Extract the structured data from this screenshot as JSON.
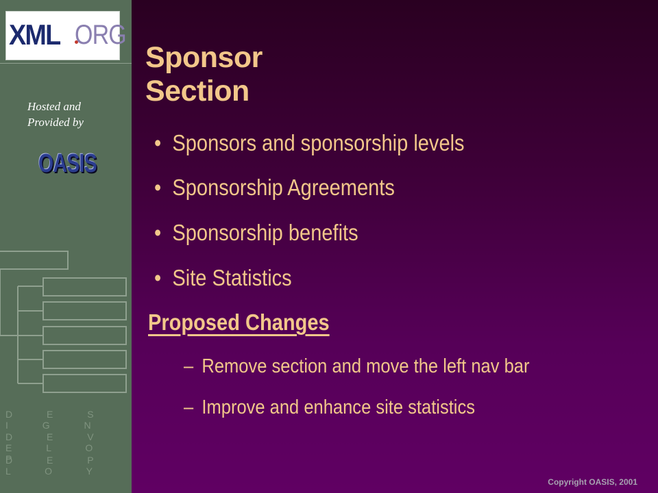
{
  "logo": {
    "xml_text": "XML",
    "org_text": "ORG"
  },
  "sidebar": {
    "hosted_line1": "Hosted and",
    "hosted_line2": "Provided by",
    "oasis_text": "OASIS",
    "words": [
      "D E S I G N",
      "D E V E L O P",
      "D E P L O Y"
    ]
  },
  "slide": {
    "title": "Sponsor Section",
    "bullets": [
      "Sponsors and sponsorship levels",
      "Sponsorship Agreements",
      "Sponsorship benefits",
      "Site Statistics"
    ],
    "subheading": "Proposed Changes",
    "sub_bullets": [
      "Remove section and move the left nav bar",
      "Improve and enhance site statistics"
    ],
    "bullet_glyph": "•",
    "dash_glyph": "–"
  },
  "footer": {
    "copyright": "Copyright OASIS, 2001"
  },
  "colors": {
    "text_accent": "#f2c78a",
    "sidebar": "#566d58",
    "background_top": "#2a0021",
    "background_bottom": "#600063"
  }
}
